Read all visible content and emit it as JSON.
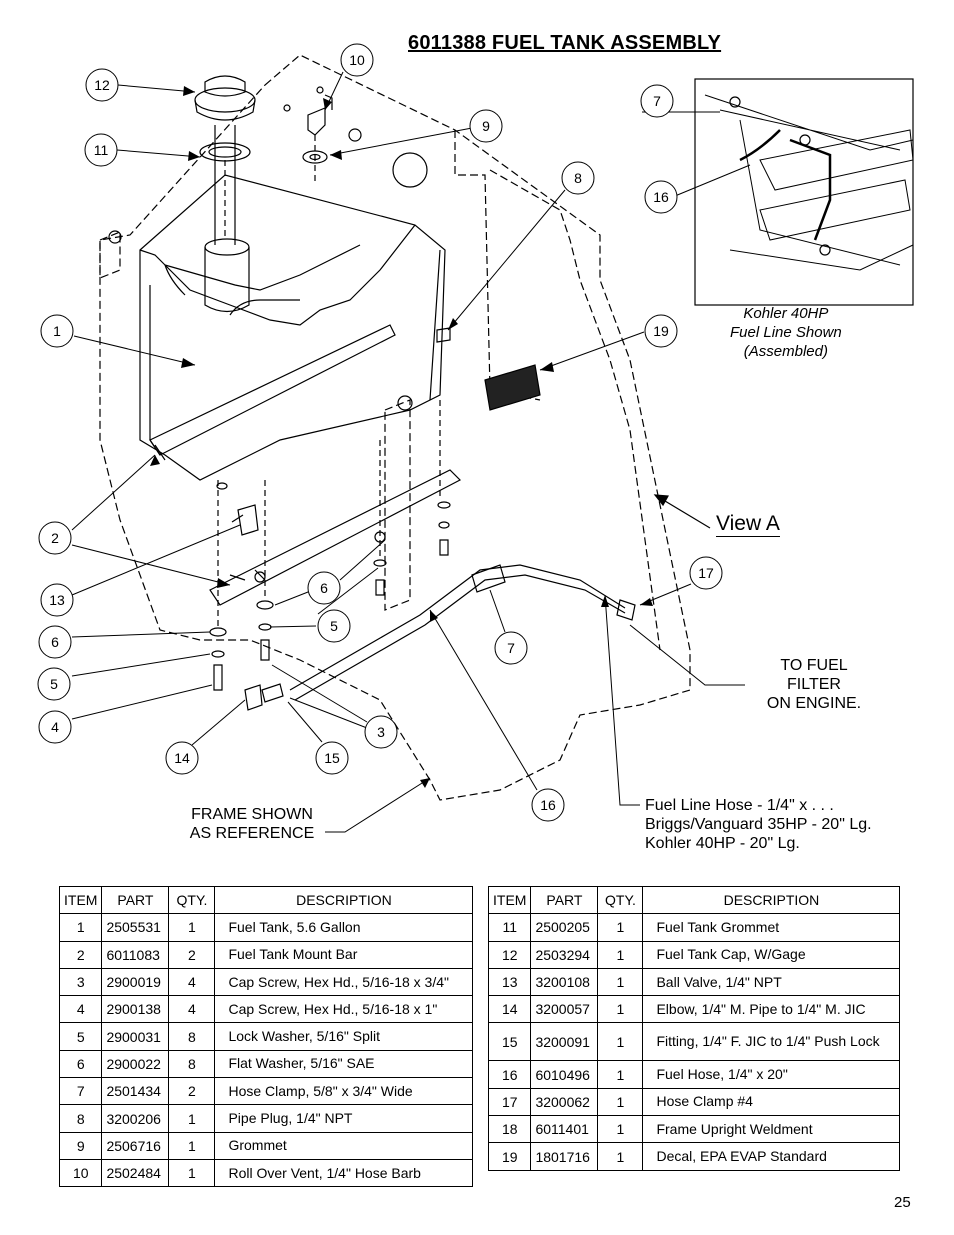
{
  "title": "6011388 FUEL TANK ASSEMBLY",
  "callouts": [
    "10",
    "12",
    "11",
    "9",
    "8",
    "7",
    "16",
    "1",
    "19",
    "2",
    "13",
    "6",
    "5",
    "4",
    "17",
    "7",
    "3",
    "14",
    "15",
    "16",
    "6",
    "5"
  ],
  "notes": {
    "view_caption": [
      "Kohler 40HP",
      "Fuel Line Shown",
      "(Assembled)"
    ],
    "view_a": "View A",
    "to_fuel": [
      "TO FUEL",
      "FILTER",
      "ON ENGINE."
    ],
    "hose": [
      "Fuel Line Hose - 1/4\" x . . .",
      "Briggs/Vanguard 35HP - 20\" Lg.",
      "Kohler 40HP - 20\" Lg."
    ],
    "frame": [
      "FRAME SHOWN",
      "AS REFERENCE"
    ]
  },
  "decal_text": "",
  "table": {
    "headers": [
      "ITEM",
      "PART",
      "QTY.",
      "DESCRIPTION"
    ],
    "left": [
      [
        "1",
        "2505531",
        "1",
        "Fuel Tank, 5.6 Gallon"
      ],
      [
        "2",
        "6011083",
        "2",
        "Fuel Tank Mount Bar"
      ],
      [
        "3",
        "2900019",
        "4",
        "Cap Screw, Hex Hd., 5/16-18 x 3/4\""
      ],
      [
        "4",
        "2900138",
        "4",
        "Cap Screw, Hex Hd., 5/16-18 x 1\""
      ],
      [
        "5",
        "2900031",
        "8",
        "Lock Washer, 5/16\" Split"
      ],
      [
        "6",
        "2900022",
        "8",
        "Flat Washer, 5/16\" SAE"
      ],
      [
        "7",
        "2501434",
        "2",
        "Hose Clamp, 5/8\" x 3/4\" Wide"
      ],
      [
        "8",
        "3200206",
        "1",
        "Pipe Plug, 1/4\" NPT"
      ],
      [
        "9",
        "2506716",
        "1",
        "Grommet"
      ],
      [
        "10",
        "2502484",
        "1",
        "Roll Over Vent, 1/4\" Hose Barb"
      ]
    ],
    "right": [
      [
        "11",
        "2500205",
        "1",
        "Fuel Tank Grommet"
      ],
      [
        "12",
        "2503294",
        "1",
        "Fuel Tank Cap, W/Gage"
      ],
      [
        "13",
        "3200108",
        "1",
        "Ball Valve, 1/4\" NPT"
      ],
      [
        "14",
        "3200057",
        "1",
        "Elbow, 1/4\" M. Pipe to 1/4\" M. JIC"
      ],
      [
        "15",
        "3200091",
        "1",
        "Fitting, 1/4\" F. JIC to 1/4\" Push Lock"
      ],
      [
        "16",
        "6010496",
        "1",
        "Fuel Hose, 1/4\" x 20\""
      ],
      [
        "17",
        "3200062",
        "1",
        "Hose Clamp #4"
      ],
      [
        "18",
        "6011401",
        "1",
        "Frame Upright Weldment"
      ],
      [
        "19",
        "1801716",
        "1",
        "Decal, EPA EVAP Standard"
      ]
    ]
  },
  "page_number": "25"
}
